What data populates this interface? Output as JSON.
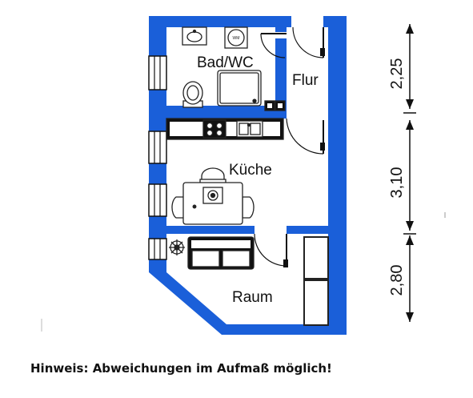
{
  "rooms": {
    "bath": "Bad/WC",
    "hall": "Flur",
    "kitchen": "Küche",
    "living": "Raum"
  },
  "appliances": {
    "washing_machine": "WM"
  },
  "dimensions": [
    "2,25",
    "3,10",
    "2,80"
  ],
  "note": "Hinweis: Abweichungen im Aufmaß möglich!",
  "colors": {
    "wall": "#1a5fd9",
    "fixture_stroke": "#222222",
    "window_gray": "#bfbfbf",
    "background": "#ffffff"
  }
}
